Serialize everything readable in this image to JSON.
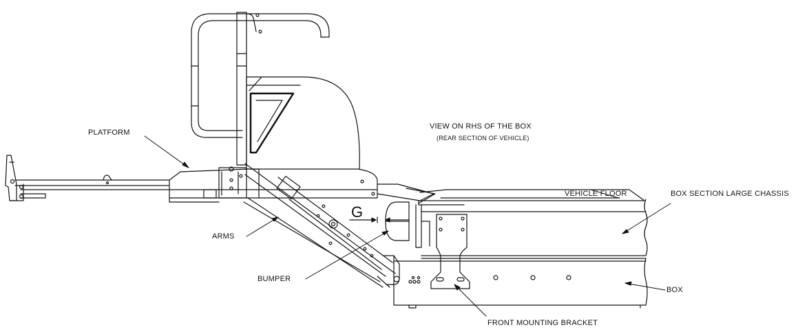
{
  "view_title": "VIEW ON RHS OF THE BOX",
  "view_subtitle": "(REAR SECTION OF VEHICLE)",
  "callouts": {
    "platform": "PLATFORM",
    "arms": "ARMS",
    "bumper": "BUMPER",
    "vehicle_floor": "VEHICLE FLOOR",
    "box_section": "BOX SECTION LARGE CHASSIS",
    "box": "BOX",
    "front_mounting_bracket": "FRONT MOUNTING BRACKET",
    "gap_marker": "G"
  }
}
